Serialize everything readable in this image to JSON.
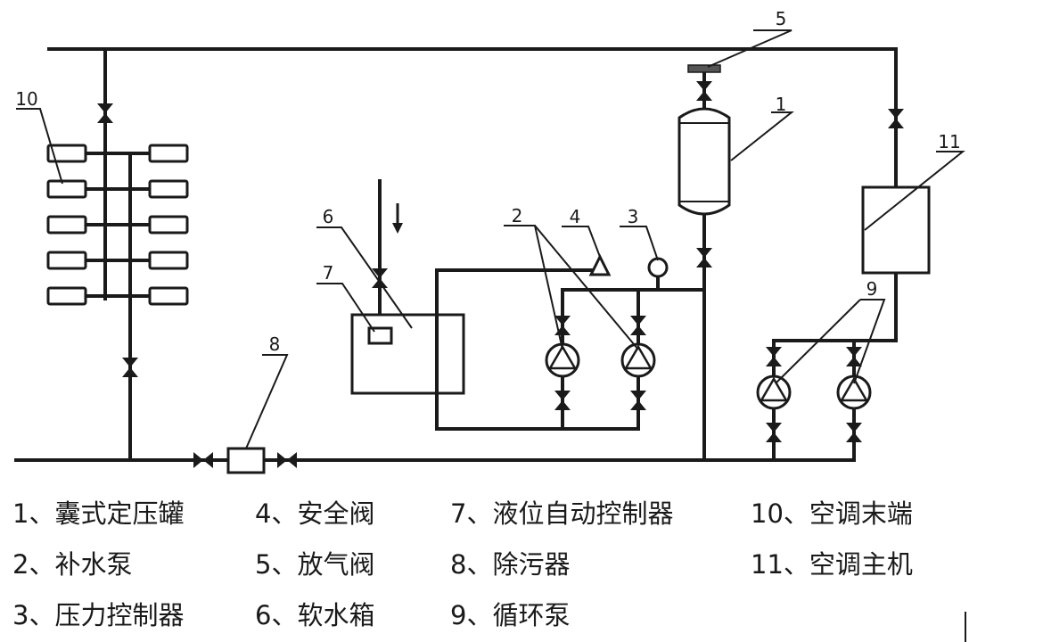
{
  "callouts": {
    "c1": "1",
    "c2": "2",
    "c3": "3",
    "c4": "4",
    "c5": "5",
    "c6": "6",
    "c7": "7",
    "c8": "8",
    "c9": "9",
    "c10": "10",
    "c11": "11"
  },
  "legend": [
    {
      "text": "1、囊式定压罐"
    },
    {
      "text": "4、安全阀"
    },
    {
      "text": "7、液位自动控制器"
    },
    {
      "text": "10、空调末端"
    },
    {
      "text": "2、补水泵"
    },
    {
      "text": "5、放气阀"
    },
    {
      "text": "8、除污器"
    },
    {
      "text": "11、空调主机"
    },
    {
      "text": "3、压力控制器"
    },
    {
      "text": "6、软水箱"
    },
    {
      "text": "9、循环泵"
    }
  ]
}
